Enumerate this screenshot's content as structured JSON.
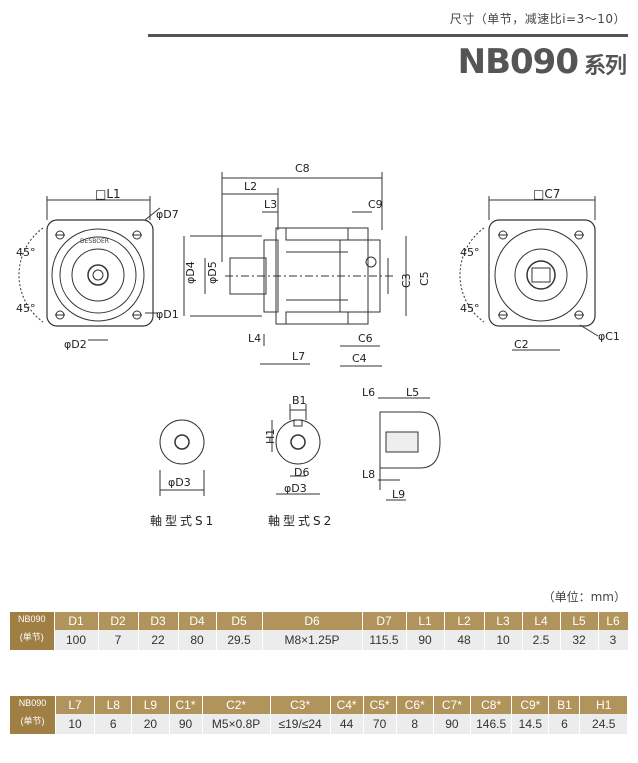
{
  "header": {
    "subtitle": "尺寸（单节，减速比i=3～10）",
    "title": "NB090",
    "title_suffix": "系列"
  },
  "drawing": {
    "front_view": {
      "square": "□L1",
      "d7": "φD7",
      "d1": "φD1",
      "d2": "φD2",
      "angle_top": "45°",
      "angle_bottom": "45°",
      "brand": "DESBOER"
    },
    "side_view": {
      "c8": "C8",
      "l2": "L2",
      "l3": "L3",
      "c9": "C9",
      "d4": "φD4",
      "d5": "φD5",
      "c3": "C3",
      "c5": "C5",
      "l4": "L4",
      "l7": "L7",
      "c6": "C6",
      "c4": "C4"
    },
    "rear_view": {
      "square": "□C7",
      "angle_top": "45°",
      "angle_bottom": "45°",
      "c2": "C2",
      "c1": "φC1"
    },
    "shaft_s1": {
      "d3": "φD3",
      "caption": "軸型式S1"
    },
    "shaft_s2": {
      "b1": "B1",
      "h1": "H1",
      "d6": "D6",
      "d3": "φD3",
      "caption": "軸型式S2"
    },
    "section": {
      "l6": "L6",
      "l5": "L5",
      "l8": "L8",
      "l9": "L9"
    }
  },
  "unit_note": "（单位：mm）",
  "table1": {
    "model": "NB090",
    "model_sub": "(单节)",
    "headers": [
      "D1",
      "D2",
      "D3",
      "D4",
      "D5",
      "D6",
      "D7",
      "L1",
      "L2",
      "L3",
      "L4",
      "L5",
      "L6"
    ],
    "values": [
      "100",
      "7",
      "22",
      "80",
      "29.5",
      "M8×1.25P",
      "115.5",
      "90",
      "48",
      "10",
      "2.5",
      "32",
      "3"
    ]
  },
  "table2": {
    "model": "NB090",
    "model_sub": "(单节)",
    "headers": [
      "L7",
      "L8",
      "L9",
      "C1*",
      "C2*",
      "C3*",
      "C4*",
      "C5*",
      "C6*",
      "C7*",
      "C8*",
      "C9*",
      "B1",
      "H1"
    ],
    "values": [
      "10",
      "6",
      "20",
      "90",
      "M5×0.8P",
      "≤19/≤24",
      "44",
      "70",
      "8",
      "90",
      "146.5",
      "14.5",
      "6",
      "24.5"
    ]
  }
}
